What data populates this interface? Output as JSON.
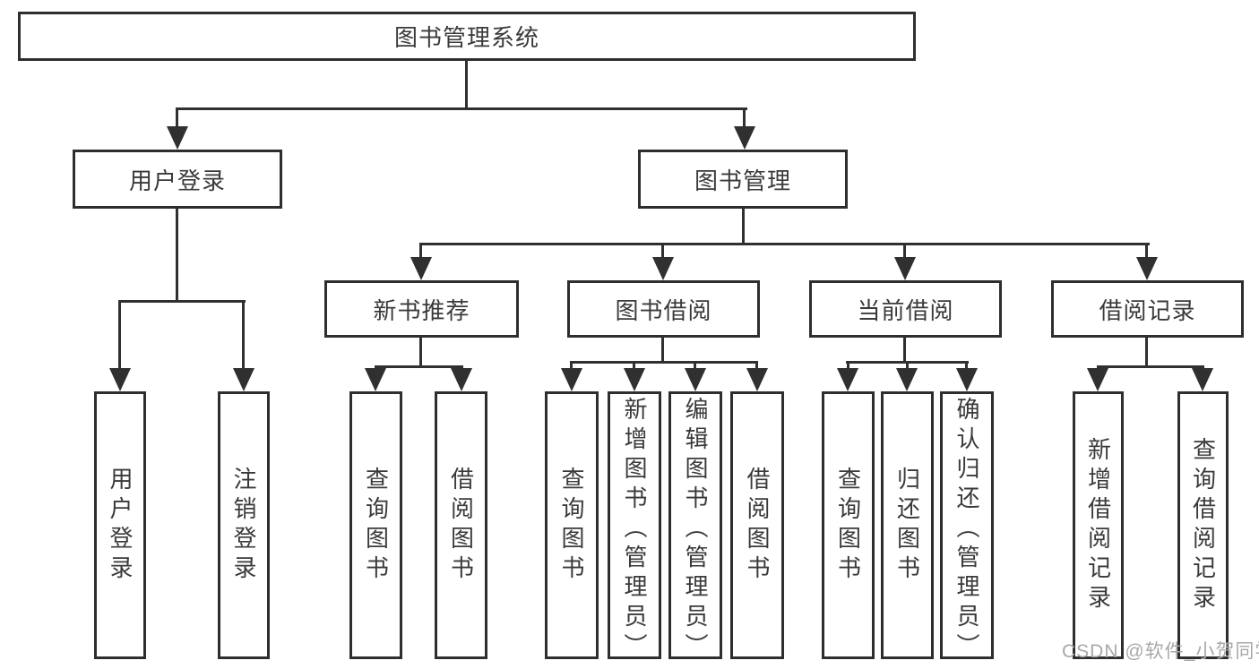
{
  "colors": {
    "background": "#ffffff",
    "line": "#303030",
    "box_border": "#2e2e2e",
    "text": "#3a3a3a",
    "watermark": "#a8a8a8"
  },
  "diagram_type": "function-structure-tree",
  "tree": {
    "label": "图书管理系统",
    "children": [
      {
        "label": "用户登录",
        "children": [
          {
            "label": "用户登录"
          },
          {
            "label": "注销登录"
          }
        ]
      },
      {
        "label": "图书管理",
        "children": [
          {
            "label": "新书推荐",
            "children": [
              {
                "label": "查询图书"
              },
              {
                "label": "借阅图书"
              }
            ]
          },
          {
            "label": "图书借阅",
            "children": [
              {
                "label": "查询图书"
              },
              {
                "label": "新增图书（管理员）"
              },
              {
                "label": "编辑图书（管理员）"
              },
              {
                "label": "借阅图书"
              }
            ]
          },
          {
            "label": "当前借阅",
            "children": [
              {
                "label": "查询图书"
              },
              {
                "label": "归还图书"
              },
              {
                "label": "确认归还（管理员）"
              }
            ]
          },
          {
            "label": "借阅记录",
            "children": [
              {
                "label": "新增借阅记录"
              },
              {
                "label": "查询借阅记录"
              }
            ]
          }
        ]
      }
    ]
  },
  "watermark": {
    "text": "CSDN @软件_小贺同学"
  }
}
